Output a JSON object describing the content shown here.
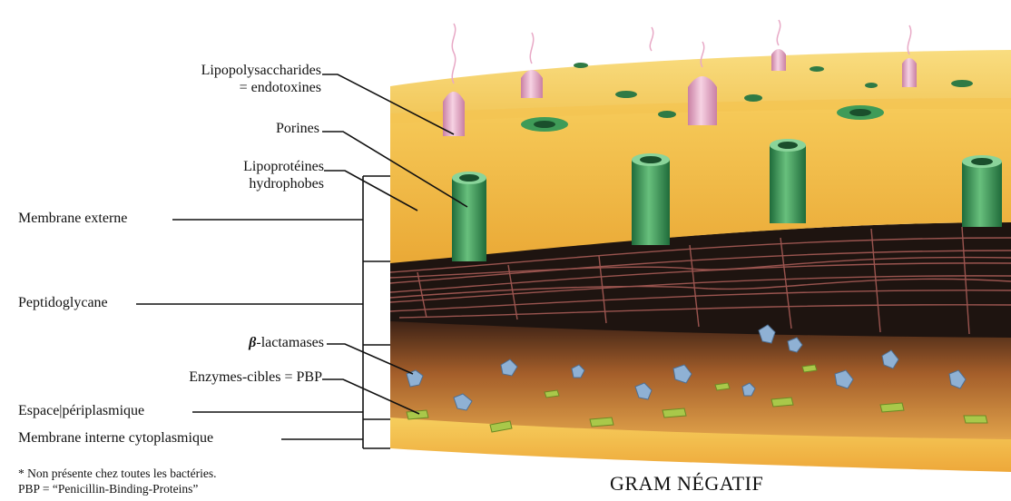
{
  "labels": {
    "lps_line1": "Lipopolysaccharides",
    "lps_line2": "= endotoxines",
    "porines": "Porines",
    "lipo_line1": "Lipoprotéines",
    "lipo_line2": "hydrophobes",
    "membrane_externe": "Membrane  externe",
    "peptidoglycane": "Peptidoglycane",
    "beta_symbol": "β",
    "beta_rest": "-lactamases",
    "enzymes": "Enzymes-cibles = PBP",
    "espace": "Espace|périplasmique",
    "membrane_interne": "Membrane interne cytoplasmique"
  },
  "footnotes": {
    "note1": "* Non présente chez toutes les bactéries.",
    "note2": "PBP = “Penicillin-Binding-Proteins”"
  },
  "title": "GRAM NÉGATIF",
  "colors": {
    "outer_membrane": "#f2b93a",
    "surface": "#f7d571",
    "porin": "#3f9b58",
    "lps": "#e8a9c6",
    "peptidoglycan": "#1e1410",
    "fiber": "#b0605a",
    "periplasm": "#c8782d",
    "inner_membrane": "#f4c54d",
    "beta_lactamase": "#8fb1d4",
    "pbp": "#a9c84a"
  }
}
